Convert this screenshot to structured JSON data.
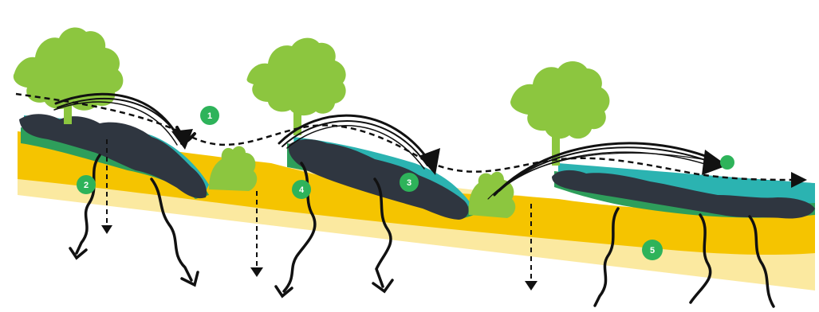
{
  "diagram": {
    "markers": [
      {
        "id": "marker-1",
        "label": "1"
      },
      {
        "id": "marker-2",
        "label": "2"
      },
      {
        "id": "marker-3",
        "label": "3"
      },
      {
        "id": "marker-4",
        "label": "4"
      },
      {
        "id": "marker-5",
        "label": "5"
      }
    ],
    "colors": {
      "topsoil": "#f5c400",
      "subsoil": "#fbe9a0",
      "dark_soil": "#2f3640",
      "water_film": "#2bb3b1",
      "groundcover": "#2e9e5b",
      "vegetation": "#8cc63f",
      "badge": "#2eb35a",
      "flow": "#111111"
    },
    "icons": [
      "tree-icon",
      "shrub-icon",
      "flow-arrow-icon",
      "infiltration-arrow-icon",
      "drainage-arrow-icon",
      "airflow-line-icon"
    ]
  }
}
